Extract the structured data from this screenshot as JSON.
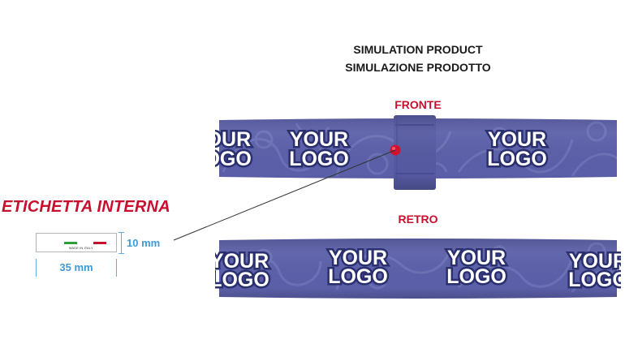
{
  "title": {
    "line1": "SIMULATION PRODUCT",
    "line2": "SIMULAZIONE PRODOTTO"
  },
  "front": {
    "label": "FRONTE"
  },
  "back": {
    "label": "RETRO"
  },
  "band": {
    "color": "#5b5fa8",
    "pattern_color": "#7075b8",
    "logo_text_line1": "YOUR",
    "logo_text_line2": "LOGO"
  },
  "inner_label": {
    "title": "ETICHETTA INTERNA",
    "made_in": "MADE IN ITALY",
    "height": "10 mm",
    "width": "35 mm"
  },
  "colors": {
    "accent_red": "#c8102e",
    "dimension_blue": "#3c9bd6",
    "flag_green": "#2e9e3a"
  }
}
